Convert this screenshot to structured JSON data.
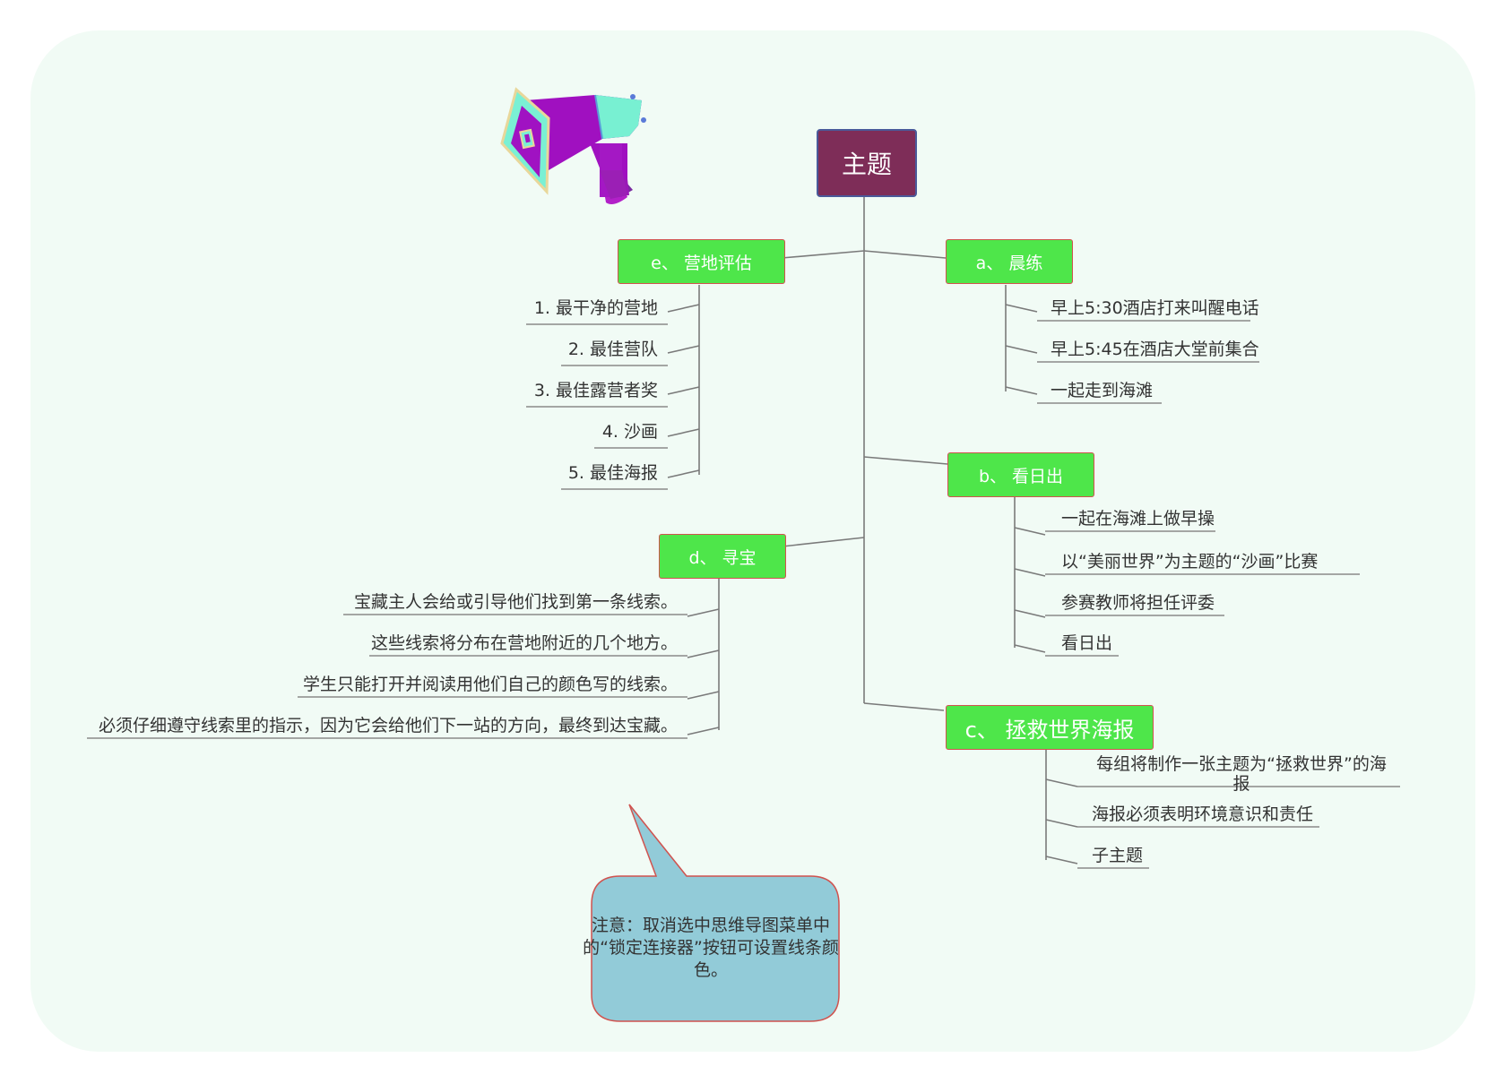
{
  "root": {
    "label": "主题"
  },
  "branches": {
    "a": {
      "label": "a、 晨练",
      "items": [
        "早上5:30酒店打来叫醒电话",
        "早上5:45在酒店大堂前集合",
        "一起走到海滩"
      ]
    },
    "b": {
      "label": "b、 看日出",
      "items": [
        "一起在海滩上做早操",
        "以“美丽世界”为主题的“沙画”比赛",
        "参赛教师将担任评委",
        "看日出"
      ]
    },
    "c": {
      "label": "c、 拯救世界海报",
      "items": [
        "每组将制作一张主题为“拯救世界”的海报",
        "海报必须表明环境意识和责任",
        "子主题"
      ]
    },
    "d": {
      "label": "d、 寻宝",
      "items": [
        "宝藏主人会给或引导他们找到第一条线索。",
        "这些线索将分布在营地附近的几个地方。",
        "学生只能打开并阅读用他们自己的颜色写的线索。",
        "必须仔细遵守线索里的指示，因为它会给他们下一站的方向，最终到达宝藏。"
      ]
    },
    "e": {
      "label": "e、 营地评估",
      "items": [
        "1. 最干净的营地",
        "2. 最佳营队",
        "3. 最佳露营者奖",
        "4. 沙画",
        "5. 最佳海报"
      ]
    }
  },
  "callout": {
    "text": "注意：取消选中思维导图菜单中的“锁定连接器”按钮可设置线条颜色。"
  },
  "icon": "megaphone-icon",
  "colors": {
    "root": "#7e2d58",
    "branch": "#4ee64a",
    "branch_border": "#d0534f",
    "callout": "#92cbd8",
    "background": "#f1fbf5"
  }
}
